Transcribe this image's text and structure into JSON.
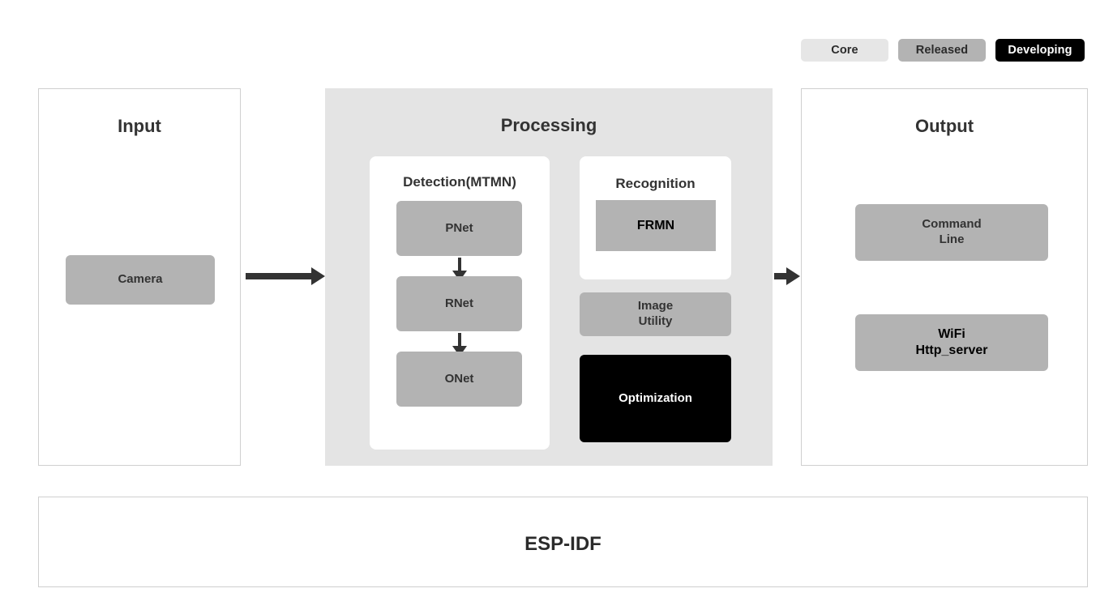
{
  "legend": {
    "items": [
      {
        "label": "Core",
        "status": "core",
        "bg": "#e6e6e6",
        "fg": "#2b2b2b"
      },
      {
        "label": "Released",
        "status": "released",
        "bg": "#b3b3b3",
        "fg": "#2b2b2b"
      },
      {
        "label": "Developing",
        "status": "developing",
        "bg": "#000000",
        "fg": "#ffffff"
      }
    ]
  },
  "input": {
    "title": "Input",
    "boxes": [
      {
        "label": "Camera",
        "status": "released"
      }
    ]
  },
  "processing": {
    "title": "Processing",
    "detection": {
      "title": "Detection(MTMN)",
      "boxes": [
        {
          "label": "PNet",
          "status": "released"
        },
        {
          "label": "RNet",
          "status": "released"
        },
        {
          "label": "ONet",
          "status": "released"
        }
      ],
      "flow": "PNet -> RNet -> ONet"
    },
    "recognition": {
      "title": "Recognition",
      "boxes": [
        {
          "label": "FRMN",
          "status": "released"
        }
      ]
    },
    "modules": [
      {
        "label_line1": "Image",
        "label_line2": "Utility",
        "status": "released"
      },
      {
        "label_line1": "Optimization",
        "label_line2": "",
        "status": "developing"
      }
    ]
  },
  "output": {
    "title": "Output",
    "boxes": [
      {
        "label_line1": "Command",
        "label_line2": "Line",
        "status": "released"
      },
      {
        "label_line1": "WiFi",
        "label_line2": "Http_server",
        "status": "released"
      }
    ]
  },
  "foundation": {
    "label": "ESP-IDF"
  },
  "arrows": [
    {
      "name": "input-to-processing",
      "direction": "right"
    },
    {
      "name": "processing-to-output",
      "direction": "right"
    },
    {
      "name": "pnet-to-rnet",
      "direction": "down"
    },
    {
      "name": "rnet-to-onet",
      "direction": "down"
    }
  ],
  "colors": {
    "core": "#e6e6e6",
    "released": "#b3b3b3",
    "developing": "#000000",
    "panel_bg": "#e4e4e4",
    "panel_border": "#cfcfcf",
    "arrow": "#333333",
    "canvas": "#ffffff"
  }
}
